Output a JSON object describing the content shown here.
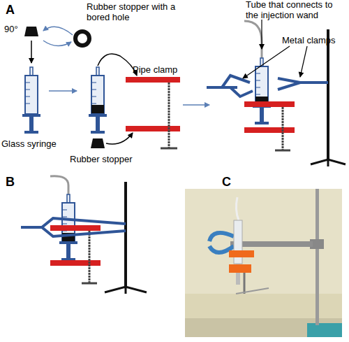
{
  "diagram": {
    "labels": [
      "A",
      "Rubber stopper with a bored hole",
      "90°",
      "Tube that connects to the injection wand",
      "Metal clamps",
      "Glass syringe",
      "Pipe clamp",
      "Rubber stopper",
      "B",
      "C"
    ]
  }
}
